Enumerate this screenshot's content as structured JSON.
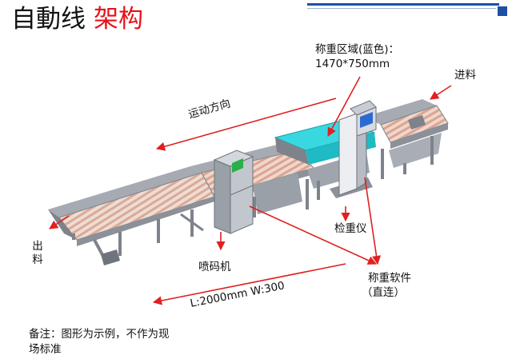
{
  "title": {
    "main": "自動线",
    "highlight": "架构"
  },
  "colors": {
    "title_accent": "#e8101a",
    "arrow": "#e02020",
    "weigh_zone": "#39d8e0",
    "roller": "#e3b8a6",
    "frame": "#8c9099",
    "header_accent": "#1f4fa3"
  },
  "labels": {
    "weigh_zone": "称重区域(蓝色)：",
    "weigh_zone_size": "1470*750mm",
    "infeed": "进料",
    "direction": "运动方向",
    "outfeed": "出料",
    "checkweigher": "检重仪",
    "inkjet_coder": "喷码机",
    "weigh_software": "称重软件",
    "direct_connect": "（直连）",
    "length_width": "L:2000mm W:300",
    "note_line1": "备注：图形为示例，不作为现",
    "note_line2": "场标准"
  }
}
